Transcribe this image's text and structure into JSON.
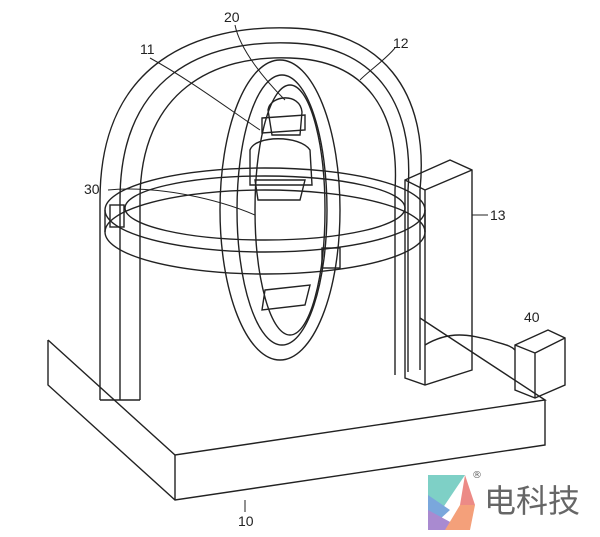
{
  "figure": {
    "labels": {
      "head_mounted_display": "20",
      "seat_unit": "11",
      "arch_frame": "12",
      "horizontal_ring": "30",
      "tower": "13",
      "controller_box": "40",
      "base": "10"
    }
  },
  "watermark": {
    "text": "电科技",
    "registered_mark": "®"
  }
}
